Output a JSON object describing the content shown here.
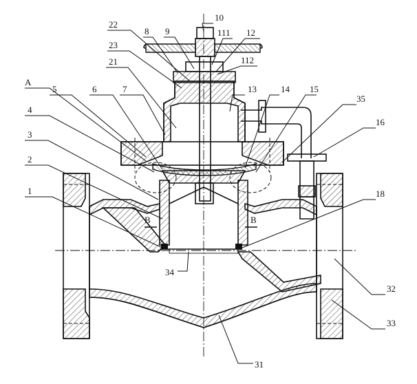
{
  "callouts": [
    {
      "label": "1"
    },
    {
      "label": "2"
    },
    {
      "label": "3"
    },
    {
      "label": "4"
    },
    {
      "label": "A"
    },
    {
      "label": "5"
    },
    {
      "label": "6"
    },
    {
      "label": "7"
    },
    {
      "label": "21"
    },
    {
      "label": "23"
    },
    {
      "label": "22"
    },
    {
      "label": "8"
    },
    {
      "label": "9"
    },
    {
      "label": "10"
    },
    {
      "label": "111"
    },
    {
      "label": "12"
    },
    {
      "label": "112"
    },
    {
      "label": "13"
    },
    {
      "label": "14"
    },
    {
      "label": "15"
    },
    {
      "label": "35"
    },
    {
      "label": "16"
    },
    {
      "label": "18"
    },
    {
      "label": "32"
    },
    {
      "label": "33"
    },
    {
      "label": "31"
    },
    {
      "label": "34"
    }
  ],
  "section_marks": [
    {
      "label": "B"
    },
    {
      "label": "B"
    }
  ]
}
